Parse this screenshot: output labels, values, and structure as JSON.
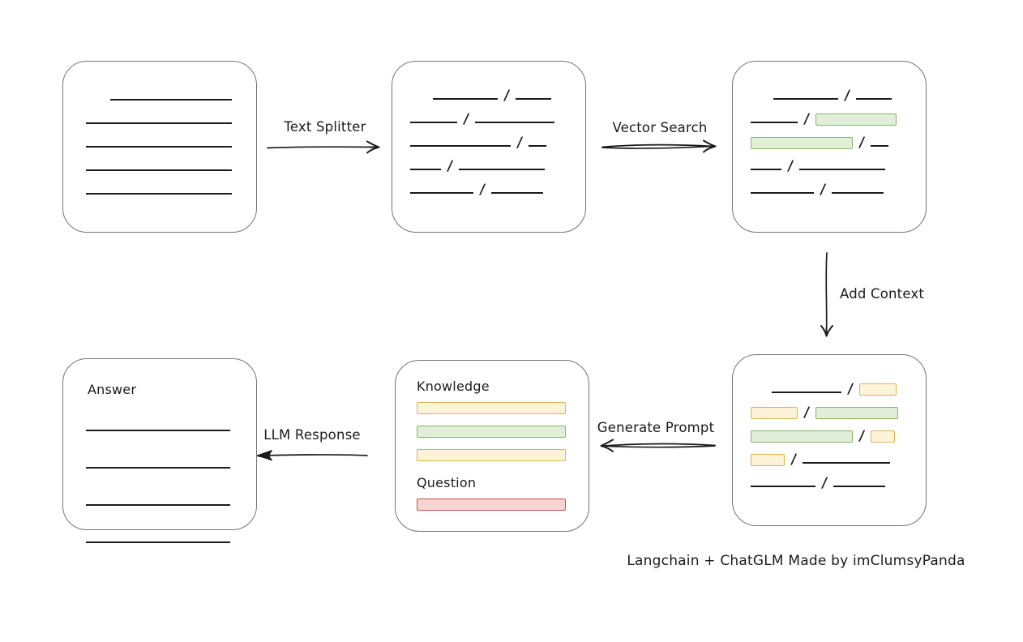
{
  "colors": {
    "bg": "#ffffff",
    "ink": "#1b1b1b",
    "box_border": "#757575",
    "green_fill": "#e1eed9",
    "green_border": "#84b66b",
    "yellow_fill": "#fdf3d7",
    "yellow_border": "#d9b456",
    "red_fill": "#f7d4d1",
    "red_border": "#c0544e"
  },
  "labels": {
    "text_splitter": "Text Splitter",
    "vector_search": "Vector Search",
    "add_context": "Add Context",
    "generate_prompt": "Generate Prompt",
    "llm_response": "LLM Response"
  },
  "caption": "Langchain + ChatGLM Made by imClumsyPanda",
  "boxes": {
    "source_document": {
      "rows": [
        {
          "indent": 30,
          "segments": [
            {
              "t": "line",
              "w": 150
            }
          ]
        },
        {
          "segments": [
            {
              "t": "line",
              "w": 180
            }
          ]
        },
        {
          "segments": [
            {
              "t": "line",
              "w": 180
            }
          ]
        },
        {
          "segments": [
            {
              "t": "line",
              "w": 180
            }
          ]
        },
        {
          "segments": [
            {
              "t": "line",
              "w": 180
            }
          ]
        }
      ]
    },
    "split_chunks": {
      "rows": [
        {
          "indent": 28,
          "segments": [
            {
              "t": "line",
              "w": 80
            },
            {
              "t": "slash"
            },
            {
              "t": "line",
              "w": 44
            }
          ]
        },
        {
          "segments": [
            {
              "t": "line",
              "w": 58
            },
            {
              "t": "slash"
            },
            {
              "t": "line",
              "w": 98
            }
          ]
        },
        {
          "segments": [
            {
              "t": "line",
              "w": 124
            },
            {
              "t": "slash"
            },
            {
              "t": "line",
              "w": 22
            }
          ]
        },
        {
          "segments": [
            {
              "t": "line",
              "w": 38
            },
            {
              "t": "slash"
            },
            {
              "t": "line",
              "w": 106
            }
          ]
        },
        {
          "segments": [
            {
              "t": "line",
              "w": 78
            },
            {
              "t": "slash"
            },
            {
              "t": "line",
              "w": 64
            }
          ]
        }
      ]
    },
    "matched_chunks": {
      "rows": [
        {
          "indent": 28,
          "segments": [
            {
              "t": "line",
              "w": 80
            },
            {
              "t": "slash"
            },
            {
              "t": "line",
              "w": 44
            }
          ]
        },
        {
          "segments": [
            {
              "t": "line",
              "w": 58
            },
            {
              "t": "slash"
            },
            {
              "t": "green",
              "w": 100
            }
          ]
        },
        {
          "segments": [
            {
              "t": "green",
              "w": 126
            },
            {
              "t": "slash"
            },
            {
              "t": "line",
              "w": 22
            }
          ]
        },
        {
          "segments": [
            {
              "t": "line",
              "w": 38
            },
            {
              "t": "slash"
            },
            {
              "t": "line",
              "w": 106
            }
          ]
        },
        {
          "segments": [
            {
              "t": "line",
              "w": 78
            },
            {
              "t": "slash"
            },
            {
              "t": "line",
              "w": 64
            }
          ]
        }
      ]
    },
    "context_chunks": {
      "rows": [
        {
          "indent": 26,
          "segments": [
            {
              "t": "line",
              "w": 86
            },
            {
              "t": "slash"
            },
            {
              "t": "yellow",
              "w": 46
            }
          ]
        },
        {
          "segments": [
            {
              "t": "yellow",
              "w": 58
            },
            {
              "t": "slash"
            },
            {
              "t": "green",
              "w": 102
            }
          ]
        },
        {
          "segments": [
            {
              "t": "green",
              "w": 126
            },
            {
              "t": "slash"
            },
            {
              "t": "yellow",
              "w": 30
            }
          ]
        },
        {
          "segments": [
            {
              "t": "yellow",
              "w": 42
            },
            {
              "t": "slash"
            },
            {
              "t": "line",
              "w": 108
            }
          ]
        },
        {
          "segments": [
            {
              "t": "line",
              "w": 80
            },
            {
              "t": "slash"
            },
            {
              "t": "line",
              "w": 64
            }
          ]
        }
      ]
    },
    "prompt": {
      "knowledge_label": "Knowledge",
      "question_label": "Question",
      "knowledge_bars": [
        {
          "segments": [
            {
              "t": "yellow",
              "w": 184
            }
          ]
        },
        {
          "segments": [
            {
              "t": "green",
              "w": 184
            }
          ]
        },
        {
          "segments": [
            {
              "t": "yellow",
              "w": 184
            }
          ]
        }
      ],
      "question_bars": [
        {
          "segments": [
            {
              "t": "red",
              "w": 184
            }
          ]
        }
      ]
    },
    "answer": {
      "label": "Answer",
      "rows": [
        {
          "segments": [
            {
              "t": "line",
              "w": 178
            }
          ]
        },
        {
          "segments": [
            {
              "t": "line",
              "w": 178
            }
          ]
        },
        {
          "segments": [
            {
              "t": "line",
              "w": 178
            }
          ]
        },
        {
          "segments": [
            {
              "t": "line",
              "w": 178
            }
          ]
        }
      ]
    }
  }
}
